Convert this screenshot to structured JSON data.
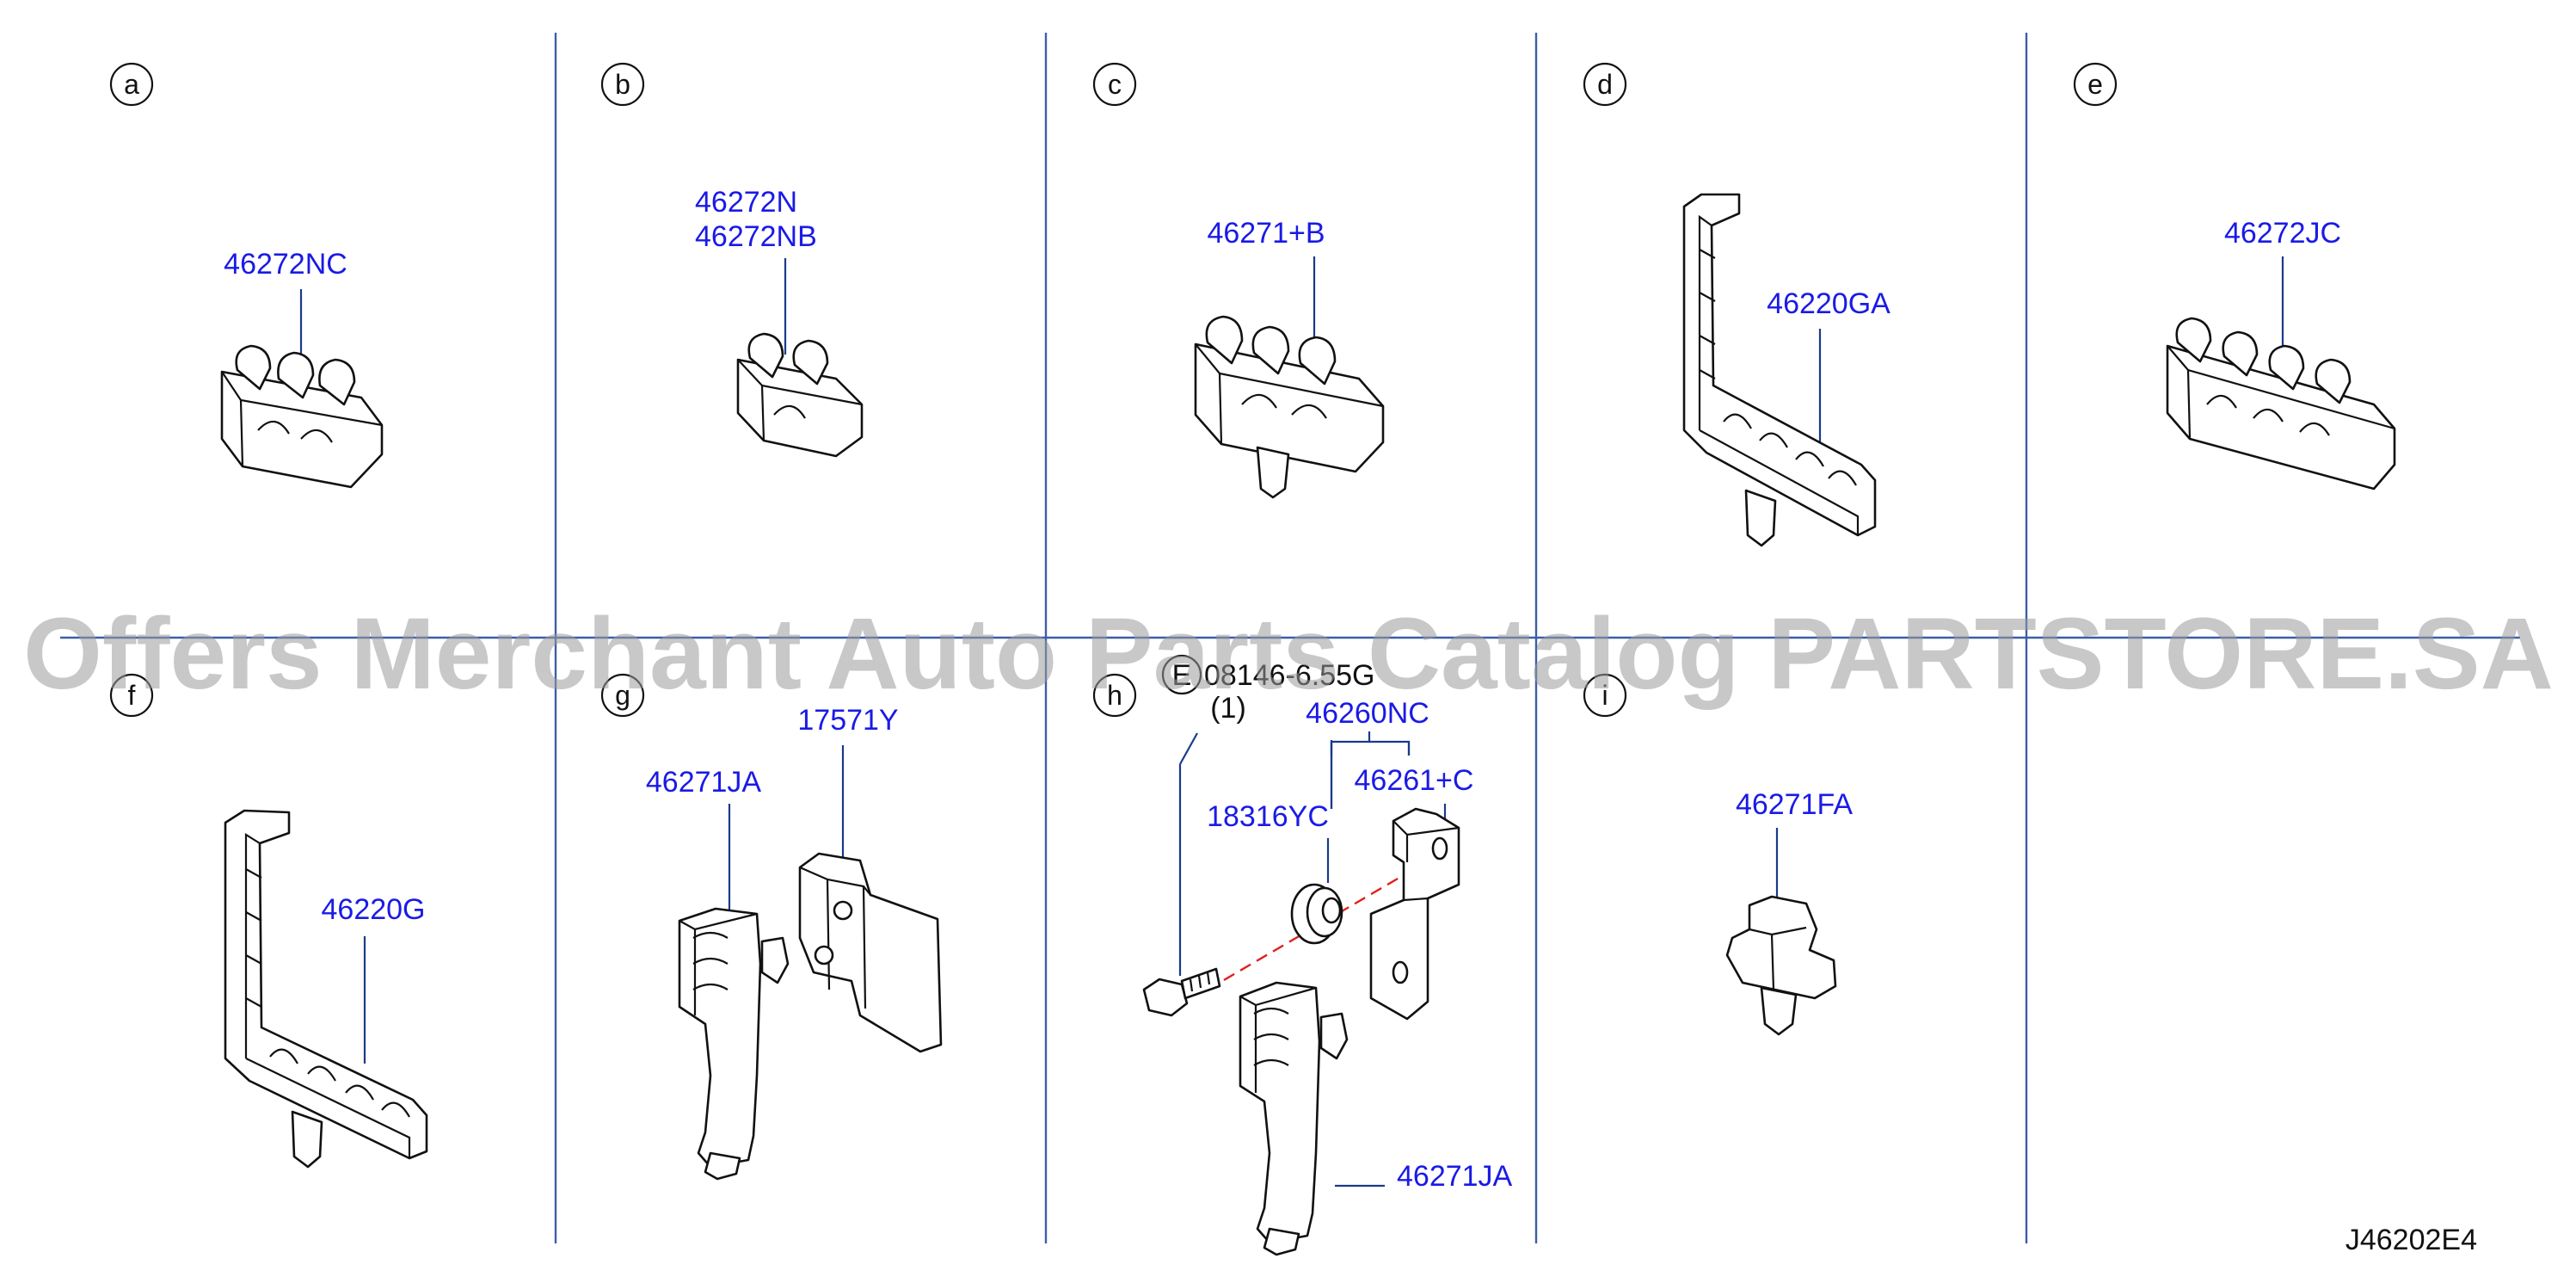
{
  "panels": {
    "a": {
      "letter": "a",
      "parts": [
        "46272NC"
      ]
    },
    "b": {
      "letter": "b",
      "parts": [
        "46272N",
        "46272NB"
      ]
    },
    "c": {
      "letter": "c",
      "parts": [
        "46271+B"
      ]
    },
    "d": {
      "letter": "d",
      "parts": [
        "46220GA"
      ]
    },
    "e": {
      "letter": "e",
      "parts": [
        "46272JC"
      ]
    },
    "f": {
      "letter": "f",
      "parts": [
        "46220G"
      ]
    },
    "g": {
      "letter": "g",
      "parts": [
        "46271JA",
        "17571Y"
      ]
    },
    "h": {
      "letter": "h",
      "bolt_prefix": "E",
      "bolt_code": "08146-6.55G",
      "bolt_qty": "(1)",
      "parts": [
        "46260NC",
        "46261+C",
        "18316YC",
        "46271JA"
      ]
    },
    "i": {
      "letter": "i",
      "parts": [
        "46271FA"
      ]
    }
  },
  "watermark": "Offers Merchant Auto Parts Catalog PARTSTORE.SA",
  "diagram_code": "J46202E4",
  "colors": {
    "label": "#1a1ae6",
    "grid": "#3b5fa8",
    "watermark": "#9a9a9a"
  }
}
